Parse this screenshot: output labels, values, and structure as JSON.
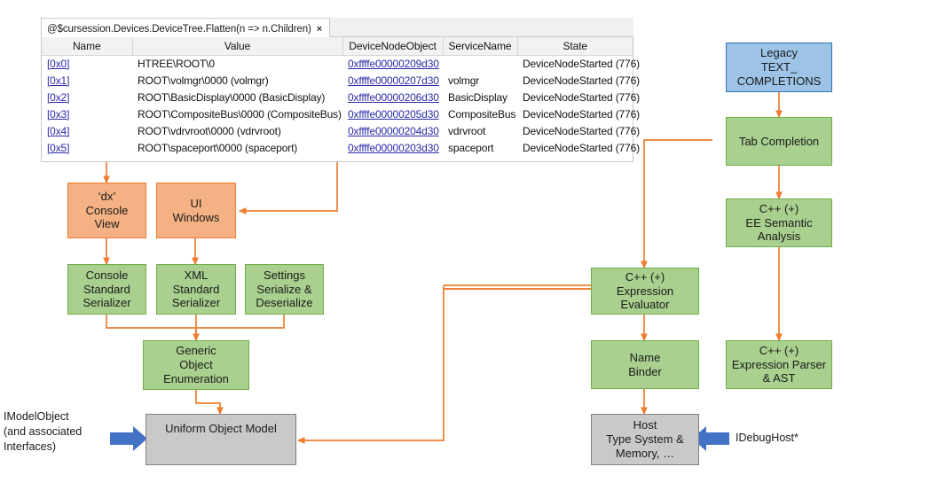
{
  "window": {
    "tab": {
      "label": "@$cursession.Devices.DeviceTree.Flatten(n => n.Children)",
      "close": "×"
    },
    "grid": {
      "columns": [
        "Name",
        "Value",
        "DeviceNodeObject",
        "ServiceName",
        "State"
      ],
      "rows": [
        {
          "name": "[0x0]",
          "value": "HTREE\\ROOT\\0",
          "device_node_object": "0xffffe00000209d30",
          "service_name": "",
          "state": "DeviceNodeStarted (776)"
        },
        {
          "name": "[0x1]",
          "value": "ROOT\\volmgr\\0000 (volmgr)",
          "device_node_object": "0xffffe00000207d30",
          "service_name": "volmgr",
          "state": "DeviceNodeStarted (776)"
        },
        {
          "name": "[0x2]",
          "value": "ROOT\\BasicDisplay\\0000 (BasicDisplay)",
          "device_node_object": "0xffffe00000206d30",
          "service_name": "BasicDisplay",
          "state": "DeviceNodeStarted (776)"
        },
        {
          "name": "[0x3]",
          "value": "ROOT\\CompositeBus\\0000 (CompositeBus)",
          "device_node_object": "0xffffe00000205d30",
          "service_name": "CompositeBus",
          "state": "DeviceNodeStarted (776)"
        },
        {
          "name": "[0x4]",
          "value": "ROOT\\vdrvroot\\0000 (vdrvroot)",
          "device_node_object": "0xffffe00000204d30",
          "service_name": "vdrvroot",
          "state": "DeviceNodeStarted (776)"
        },
        {
          "name": "[0x5]",
          "value": "ROOT\\spaceport\\0000 (spaceport)",
          "device_node_object": "0xffffe00000203d30",
          "service_name": "spaceport",
          "state": "DeviceNodeStarted (776)"
        }
      ]
    }
  },
  "diagram": {
    "nodes": {
      "dx_console_view": {
        "lines": [
          "‘dx’",
          "Console",
          "View"
        ]
      },
      "ui_windows": {
        "lines": [
          "UI",
          "Windows"
        ]
      },
      "console_serializer": {
        "lines": [
          "Console",
          "Standard",
          "Serializer"
        ]
      },
      "xml_serializer": {
        "lines": [
          "XML",
          "Standard",
          "Serializer"
        ]
      },
      "settings_serialize": {
        "lines": [
          "Settings",
          "Serialize &",
          "Deserialize"
        ]
      },
      "generic_object_enum": {
        "lines": [
          "Generic",
          "Object",
          "Enumeration"
        ]
      },
      "uniform_object_model": {
        "lines": [
          "Uniform Object Model"
        ]
      },
      "legacy_text_completions": {
        "lines": [
          "Legacy",
          "TEXT_",
          "COMPLETIONS"
        ]
      },
      "tab_completion": {
        "lines": [
          "Tab Completion"
        ]
      },
      "ee_semantic_analysis": {
        "lines": [
          "C++ (+)",
          "EE Semantic",
          "Analysis"
        ]
      },
      "expression_evaluator": {
        "lines": [
          "C++ (+)",
          "Expression",
          "Evaluator"
        ]
      },
      "name_binder": {
        "lines": [
          "Name",
          "Binder"
        ]
      },
      "expression_parser_ast": {
        "lines": [
          "C++ (+)",
          "Expression Parser",
          "& AST"
        ]
      },
      "host_type_system": {
        "lines": [
          "Host",
          "Type System &",
          "Memory, …"
        ]
      }
    },
    "captions": {
      "imodelobject": [
        "IModelObject",
        "(and associated",
        "Interfaces)"
      ],
      "idebughost": [
        "IDebugHost*"
      ]
    },
    "colors": {
      "green_fill": "#A9D08E",
      "green_stroke": "#70AD47",
      "orange_fill": "#F4B183",
      "orange_stroke": "#ED7D31",
      "blue_fill": "#9DC3E6",
      "blue_stroke": "#2E75B6",
      "gray_fill": "#C9C9C9",
      "gray_stroke": "#808080",
      "connector": "#ED7D31",
      "arrow_blue": "#4472C4"
    }
  }
}
